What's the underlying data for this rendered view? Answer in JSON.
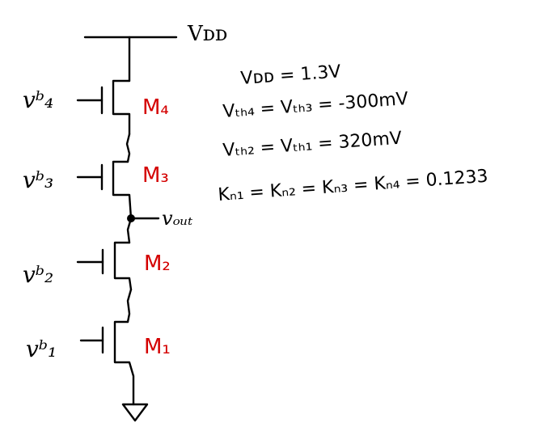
{
  "supply": {
    "label": "Vᴅᴅ"
  },
  "output": {
    "label": "vₒᵤₜ"
  },
  "ground": {
    "icon": "ground-icon"
  },
  "transistors": [
    {
      "id": "M4",
      "name": "M₄",
      "gate": "vᵇ₄"
    },
    {
      "id": "M3",
      "name": "M₃",
      "gate": "vᵇ₃"
    },
    {
      "id": "M2",
      "name": "M₂",
      "gate": "vᵇ₂"
    },
    {
      "id": "M1",
      "name": "M₁",
      "gate": "vᵇ₁"
    }
  ],
  "equations": [
    "Vᴅᴅ = 1.3V",
    "Vₜₕ₄ = Vₜₕ₃ = -300mV",
    "Vₜₕ₂ = Vₜₕ₁ = 320mV",
    "Kₙ₁ = Kₙ₂ = Kₙ₃ = Kₙ₄ = 0.1233"
  ],
  "colors": {
    "device_label": "#d40000",
    "ink": "#000000"
  }
}
